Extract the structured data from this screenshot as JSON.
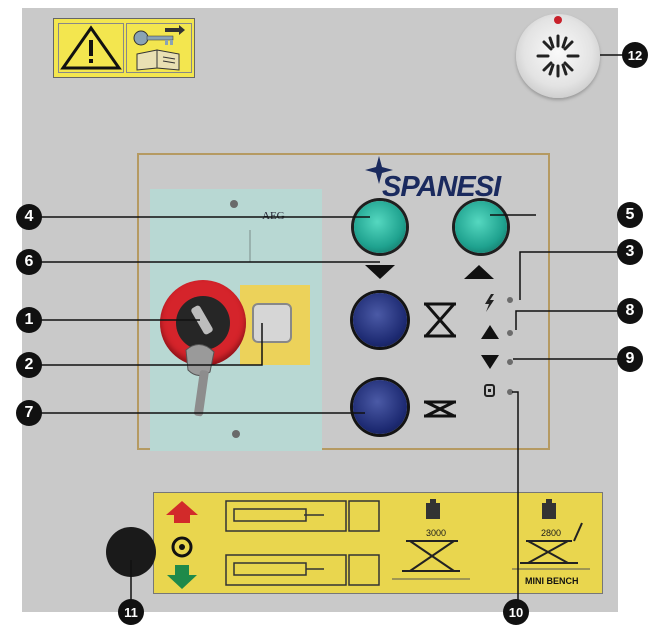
{
  "panel": {
    "brand": "SPANESI",
    "switch_brand": "AEG",
    "load_left": "3000",
    "load_right": "2800",
    "mini_bench": "MINI BENCH"
  },
  "callouts": [
    "1",
    "2",
    "3",
    "4",
    "5",
    "6",
    "7",
    "8",
    "9",
    "10",
    "11",
    "12"
  ],
  "colors": {
    "panel_bg": "#c9c9c9",
    "green_button": "#1fa28f",
    "blue_button": "#1d2a72",
    "estop_red": "#d5242b",
    "label_yellow": "#e9d64e",
    "callout_black": "#111111"
  },
  "icons": [
    "warning-icon",
    "key-icon",
    "manual-icon",
    "lightning-icon",
    "up-arrow-icon",
    "down-arrow-icon",
    "lock-icon",
    "lift-scissor-icon"
  ]
}
